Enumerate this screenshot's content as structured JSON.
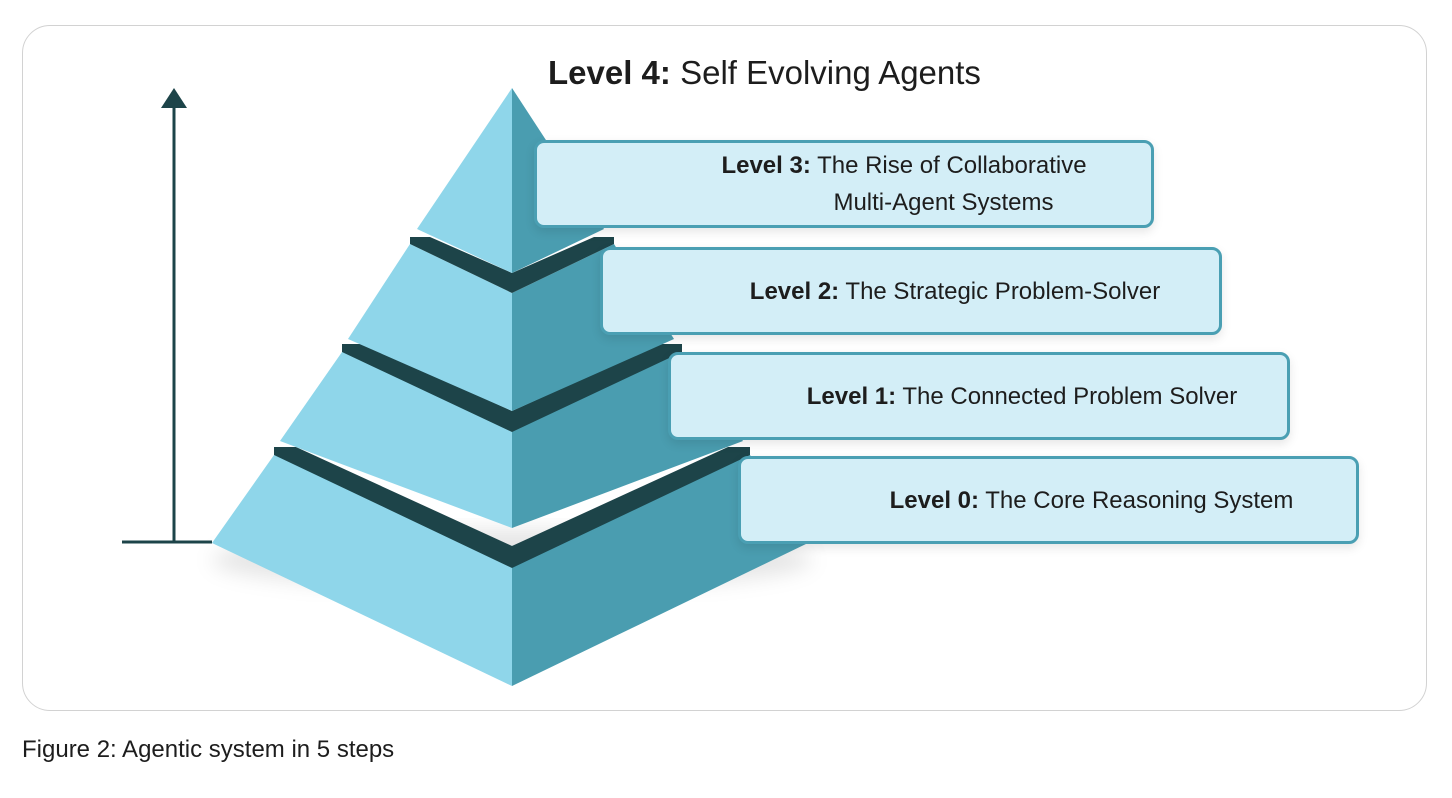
{
  "diagram": {
    "levels": [
      {
        "level": "Level 4:",
        "title": "Self Evolving Agents"
      },
      {
        "level": "Level 3:",
        "title_line1": "The Rise of Collaborative",
        "title_line2": "Multi-Agent Systems"
      },
      {
        "level": "Level 2:",
        "title": "The Strategic Problem-Solver"
      },
      {
        "level": "Level 1:",
        "title": "The Connected Problem Solver"
      },
      {
        "level": "Level 0:",
        "title": "The Core Reasoning System"
      }
    ],
    "colors": {
      "pyramid_light_face": "#8fd6ea",
      "pyramid_dark_face": "#4a9db0",
      "pyramid_band": "#1d4449",
      "axis_arrow": "#1d4449",
      "box_fill": "#d3eef7",
      "box_border": "#4a9fb3"
    }
  },
  "caption": "Figure 2: Agentic system in 5 steps"
}
